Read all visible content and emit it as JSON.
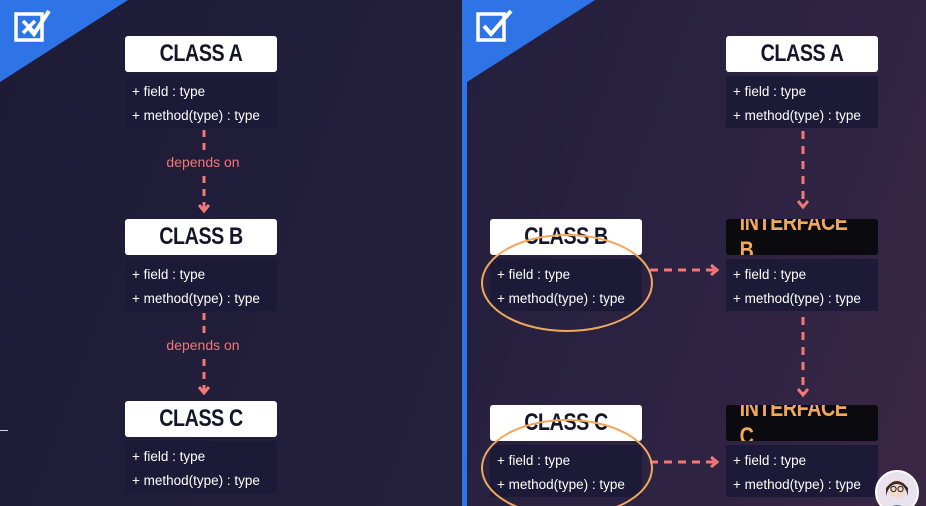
{
  "left": {
    "classes": [
      {
        "name": "CLASS A",
        "field": "+ field : type",
        "method": "+ method(type) : type"
      },
      {
        "name": "CLASS B",
        "field": "+ field : type",
        "method": "+ method(type) : type"
      },
      {
        "name": "CLASS C",
        "field": "+ field : type",
        "method": "+ method(type) : type"
      }
    ],
    "dependency_label": "depends on"
  },
  "right": {
    "class_a": {
      "name": "CLASS A",
      "field": "+ field : type",
      "method": "+ method(type) : type"
    },
    "class_b": {
      "name": "CLASS B",
      "field": "+ field : type",
      "method": "+ method(type) : type"
    },
    "class_c": {
      "name": "CLASS C",
      "field": "+ field : type",
      "method": "+ method(type) : type"
    },
    "interface_b": {
      "name": "INTERFACE B",
      "field": "+ field : type",
      "method": "+ method(type) : type"
    },
    "interface_c": {
      "name": "INTERFACE C",
      "field": "+ field : type",
      "method": "+ method(type) : type"
    }
  },
  "colors": {
    "accent_blue": "#2f74e6",
    "arrow_red": "#f07878",
    "highlight_orange": "#f2a85a",
    "interface_text": "#f2a85a"
  },
  "icons": {
    "logo_left": "checkbox-x-icon",
    "logo_right": "checkbox-check-icon"
  }
}
